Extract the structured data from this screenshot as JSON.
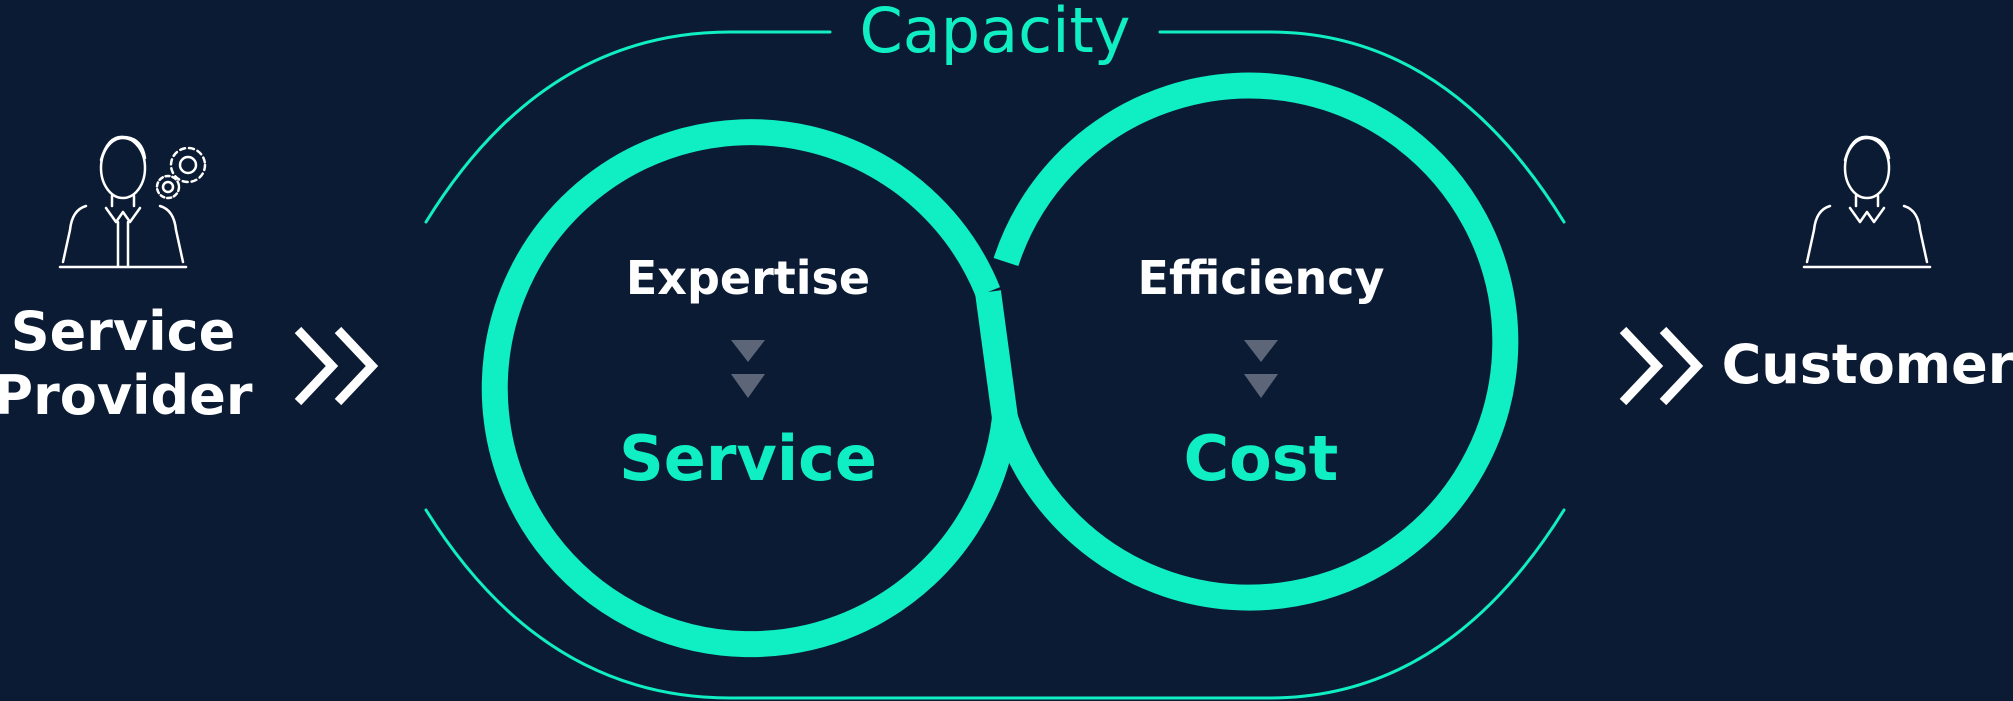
{
  "capacity": {
    "label": "Capacity"
  },
  "left_loop": {
    "top_label": "Expertise",
    "bottom_label": "Service"
  },
  "right_loop": {
    "top_label": "Efficiency",
    "bottom_label": "Cost"
  },
  "provider": {
    "line1": "Service",
    "line2": "Provider"
  },
  "customer": {
    "label": "Customer"
  },
  "colors": {
    "background": "#0c1b34",
    "accent": "#10eec3",
    "text": "#ffffff",
    "arrow_gray": "#5c6678"
  },
  "icons": {
    "provider_icon": "person-with-gears-icon",
    "customer_icon": "person-icon",
    "flow_arrows": "double-chevron-right-icon",
    "step_arrows": "double-triangle-down-icon"
  }
}
